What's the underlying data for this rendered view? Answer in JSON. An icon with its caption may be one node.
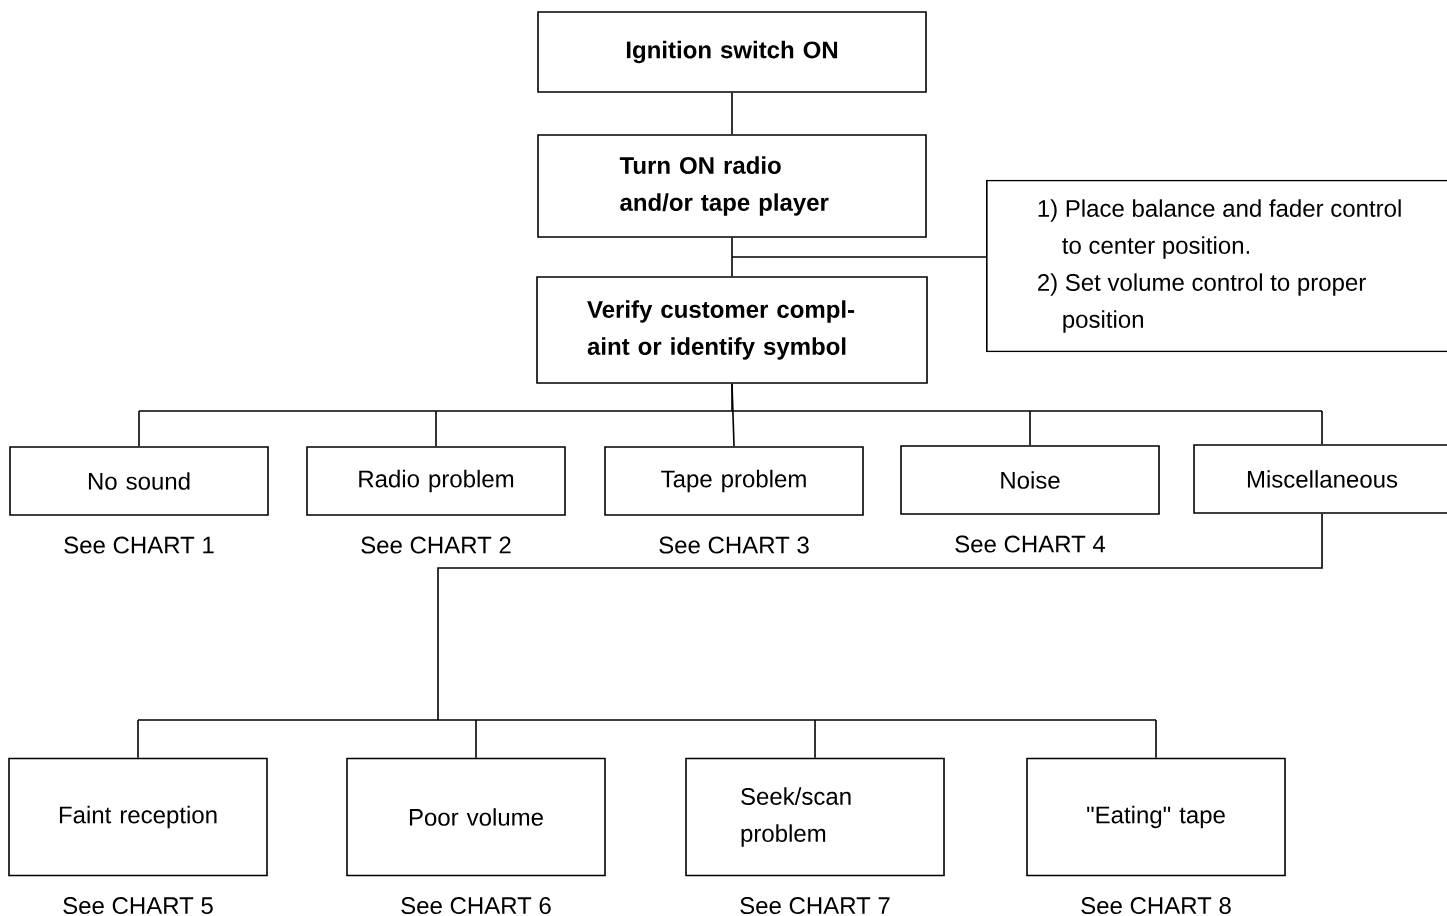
{
  "diagram": {
    "nodes": [
      {
        "text": [
          "Ignition switch ON"
        ]
      },
      {
        "text": [
          "Turn ON radio and/or tape player"
        ]
      },
      {
        "text": [
          "Verify customer compl- aint or identify symbol"
        ]
      },
      {
        "text": [
          "1) Place balance and fader control to center position.",
          "2) Set volume control to proper position"
        ]
      },
      {
        "text": [
          "No sound"
        ],
        "beside": [
          "See CHART 1"
        ]
      },
      {
        "text": [
          "Radio problem"
        ],
        "beside": [
          "See CHART 2"
        ]
      },
      {
        "text": [
          "Tape problem"
        ],
        "beside": [
          "See CHART 3"
        ]
      },
      {
        "text": [
          "Noise"
        ],
        "beside": [
          "See CHART 4"
        ]
      },
      {
        "text": [
          "Miscellaneous"
        ]
      },
      {
        "text": [
          "Faint reception"
        ],
        "beside": [
          "See CHART 5"
        ]
      },
      {
        "text": [
          "Poor volume"
        ],
        "beside": [
          "See CHART 6"
        ]
      },
      {
        "text": [
          "Seek/scan problem"
        ],
        "beside": [
          "See CHART 7"
        ]
      },
      {
        "text": [
          "\"Eating\" tape"
        ],
        "beside": [
          "See CHART 8"
        ]
      }
    ],
    "edges": [
      {
        "from": 0,
        "to": 1,
        "arrow": "none"
      },
      {
        "from": 1,
        "to": 2,
        "arrow": "none"
      },
      {
        "from": 3,
        "to": 2,
        "arrow": "none"
      },
      {
        "from": 2,
        "to": 4,
        "arrow": "none"
      },
      {
        "from": 2,
        "to": 5,
        "arrow": "none"
      },
      {
        "from": 2,
        "to": 6,
        "arrow": "none"
      },
      {
        "from": 2,
        "to": 7,
        "arrow": "none"
      },
      {
        "from": 2,
        "to": 8,
        "arrow": "none"
      },
      {
        "from": 8,
        "to": 9,
        "arrow": "none"
      },
      {
        "from": 8,
        "to": 10,
        "arrow": "none"
      },
      {
        "from": 8,
        "to": 11,
        "arrow": "none"
      },
      {
        "from": 8,
        "to": 12,
        "arrow": "none"
      }
    ]
  }
}
